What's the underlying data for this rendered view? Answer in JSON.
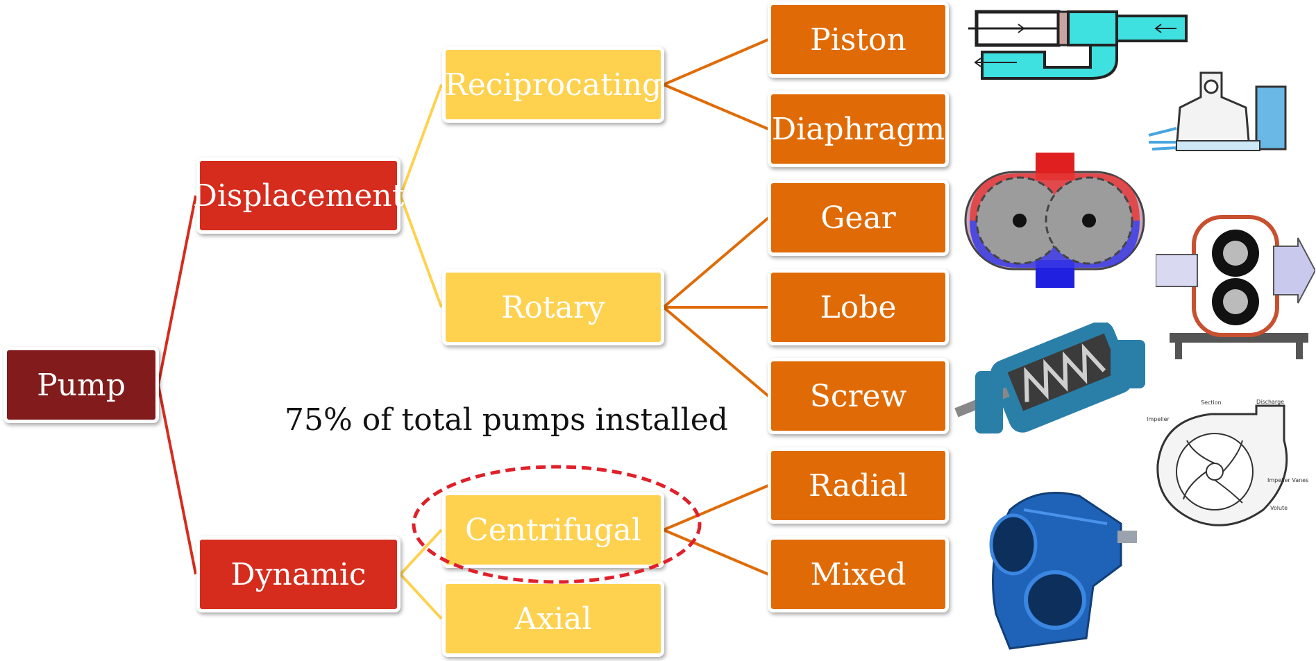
{
  "root": {
    "label": "Pump"
  },
  "nodes": {
    "displacement": "Displacement",
    "dynamic": "Dynamic",
    "reciprocating": "Reciprocating",
    "rotary": "Rotary",
    "centrifugal": "Centrifugal",
    "axial": "Axial",
    "piston": "Piston",
    "diaphragm": "Diaphragm",
    "gear": "Gear",
    "lobe": "Lobe",
    "screw": "Screw",
    "radial": "Radial",
    "mixed": "Mixed"
  },
  "annotation": {
    "text": "75% of total pumps installed"
  },
  "colors": {
    "root": "#821b1b",
    "level1": "#d52c1d",
    "level2": "#fed14f",
    "level3": "#e06b06",
    "highlight": "#e0202a"
  },
  "illustration_labels": {
    "section": "Section",
    "discharge": "Discharge",
    "impeller": "Impeller",
    "impeller_vanes": "Impeller Vanes",
    "volute": "Volute"
  }
}
